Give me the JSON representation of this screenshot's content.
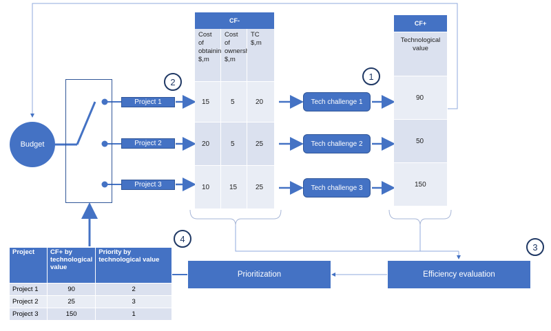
{
  "budget_label": "Budget",
  "projects": [
    "Project 1",
    "Project 2",
    "Project 3"
  ],
  "cf_minus": {
    "title": "CF-",
    "columns": [
      "Cost of obtaining $,m",
      "Cost of ownership $,m",
      "TC $,m"
    ],
    "rows": [
      [
        "15",
        "5",
        "20"
      ],
      [
        "20",
        "5",
        "25"
      ],
      [
        "10",
        "15",
        "25"
      ]
    ]
  },
  "tech_challenges": [
    "Tech challenge 1",
    "Tech challenge 2",
    "Tech challenge 3"
  ],
  "cf_plus": {
    "title": "CF+",
    "subtitle": "Technological value",
    "values": [
      "90",
      "50",
      "150"
    ]
  },
  "steps": {
    "one": "1",
    "two": "2",
    "three": "3",
    "four": "4"
  },
  "efficiency_label": "Efficiency evaluation",
  "prioritization_label": "Prioritization",
  "priority_table": {
    "headers": [
      "Project",
      "CF+ by technological value",
      "Priority by technological value"
    ],
    "rows": [
      [
        "Project 1",
        "90",
        "2"
      ],
      [
        "Project 2",
        "25",
        "3"
      ],
      [
        "Project 3",
        "150",
        "1"
      ]
    ]
  },
  "colors": {
    "accent": "#4472c4",
    "dark": "#2f5597",
    "light": "#dbe1ef",
    "line": "#8faadc"
  }
}
